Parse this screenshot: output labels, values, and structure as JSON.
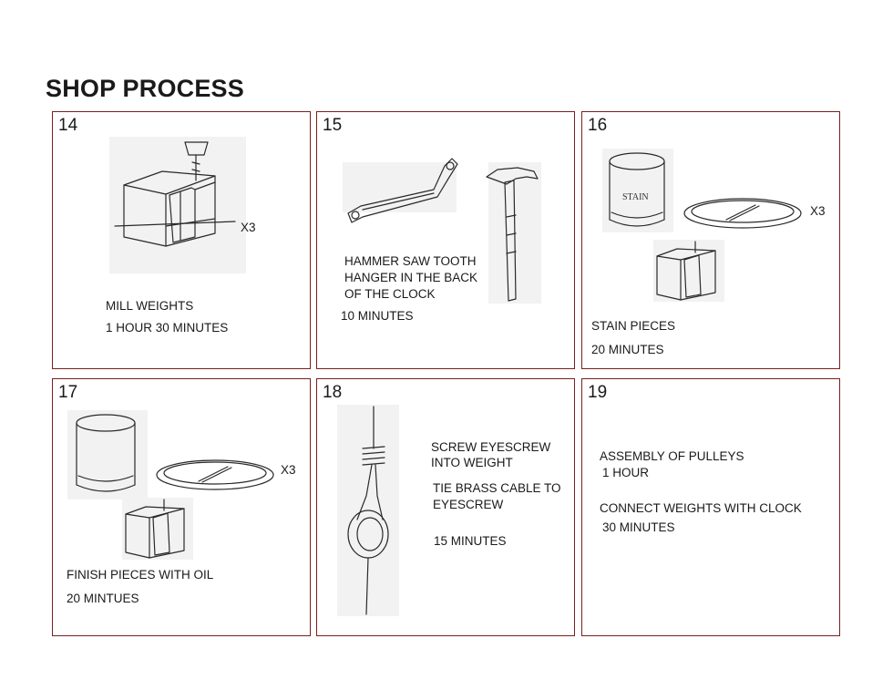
{
  "page_title": "SHOP PROCESS",
  "panels": [
    {
      "number": "14",
      "step": "MILL WEIGHTS",
      "time": "1 HOUR 30 MINUTES",
      "multiplier": "X3"
    },
    {
      "number": "15",
      "step_line1": "HAMMER SAW TOOTH",
      "step_line2": "HANGER IN THE BACK",
      "step_line3": "OF THE CLOCK",
      "time": "10 MINUTES"
    },
    {
      "number": "16",
      "step": "STAIN PIECES",
      "time": "20 MINUTES",
      "multiplier": "X3",
      "can_label": "STAIN"
    },
    {
      "number": "17",
      "step": "FINISH PIECES WITH OIL",
      "time": "20 MINTUES",
      "multiplier": "X3"
    },
    {
      "number": "18",
      "step1_line1": "SCREW EYESCREW",
      "step1_line2": "INTO WEIGHT",
      "step2_line1": "TIE BRASS CABLE TO",
      "step2_line2": "EYESCREW",
      "time": "15 MINUTES"
    },
    {
      "number": "19",
      "step1": "ASSEMBLY OF PULLEYS",
      "time1": "1 HOUR",
      "step2": "CONNECT WEIGHTS WITH CLOCK",
      "time2": "30 MINUTES"
    }
  ]
}
